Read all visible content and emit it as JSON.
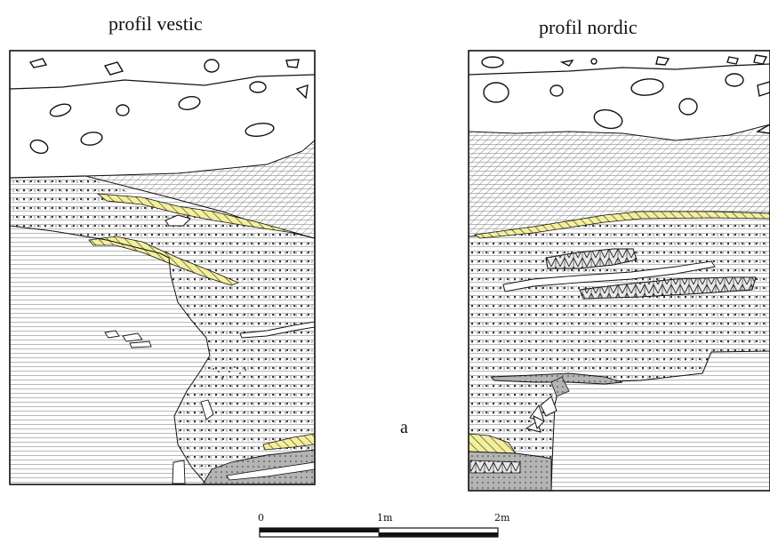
{
  "profiles": {
    "west_title": "profil vestic",
    "north_title": "profil nordic",
    "figure_letter": "a"
  },
  "scale": {
    "labels": [
      "0",
      "1m",
      "2m"
    ]
  },
  "colors": {
    "outline": "#111111",
    "yellow_band": "#f3ef9a",
    "gray_fill": "#b4b4b4",
    "hatch_line": "#8a8a8a",
    "horizontal_hatch": "#9a9a9a"
  }
}
